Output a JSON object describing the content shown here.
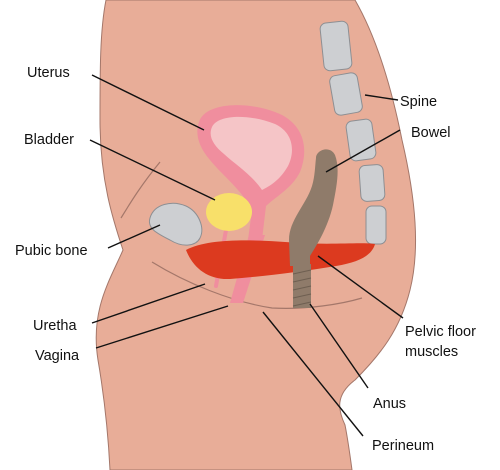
{
  "labels": {
    "uterus": "Uterus",
    "bladder": "Bladder",
    "pubic_bone": "Pubic bone",
    "uretha": "Uretha",
    "vagina": "Vagina",
    "spine": "Spine",
    "bowel": "Bowel",
    "pelvic_floor_line1": "Pelvic floor",
    "pelvic_floor_line2": "muscles",
    "anus": "Anus",
    "perineum": "Perineum"
  },
  "colors": {
    "skin": "#e8ad98",
    "skin_outline": "#a4776a",
    "uterus_wall": "#f08e9e",
    "uterus_inner": "#f5c5c7",
    "bladder": "#f8e06a",
    "bone": "#cdcfd2",
    "bone_outline": "#8d8f93",
    "pelvic_muscle": "#dc3a1f",
    "bowel": "#8f7b6a",
    "line": "#111111"
  }
}
